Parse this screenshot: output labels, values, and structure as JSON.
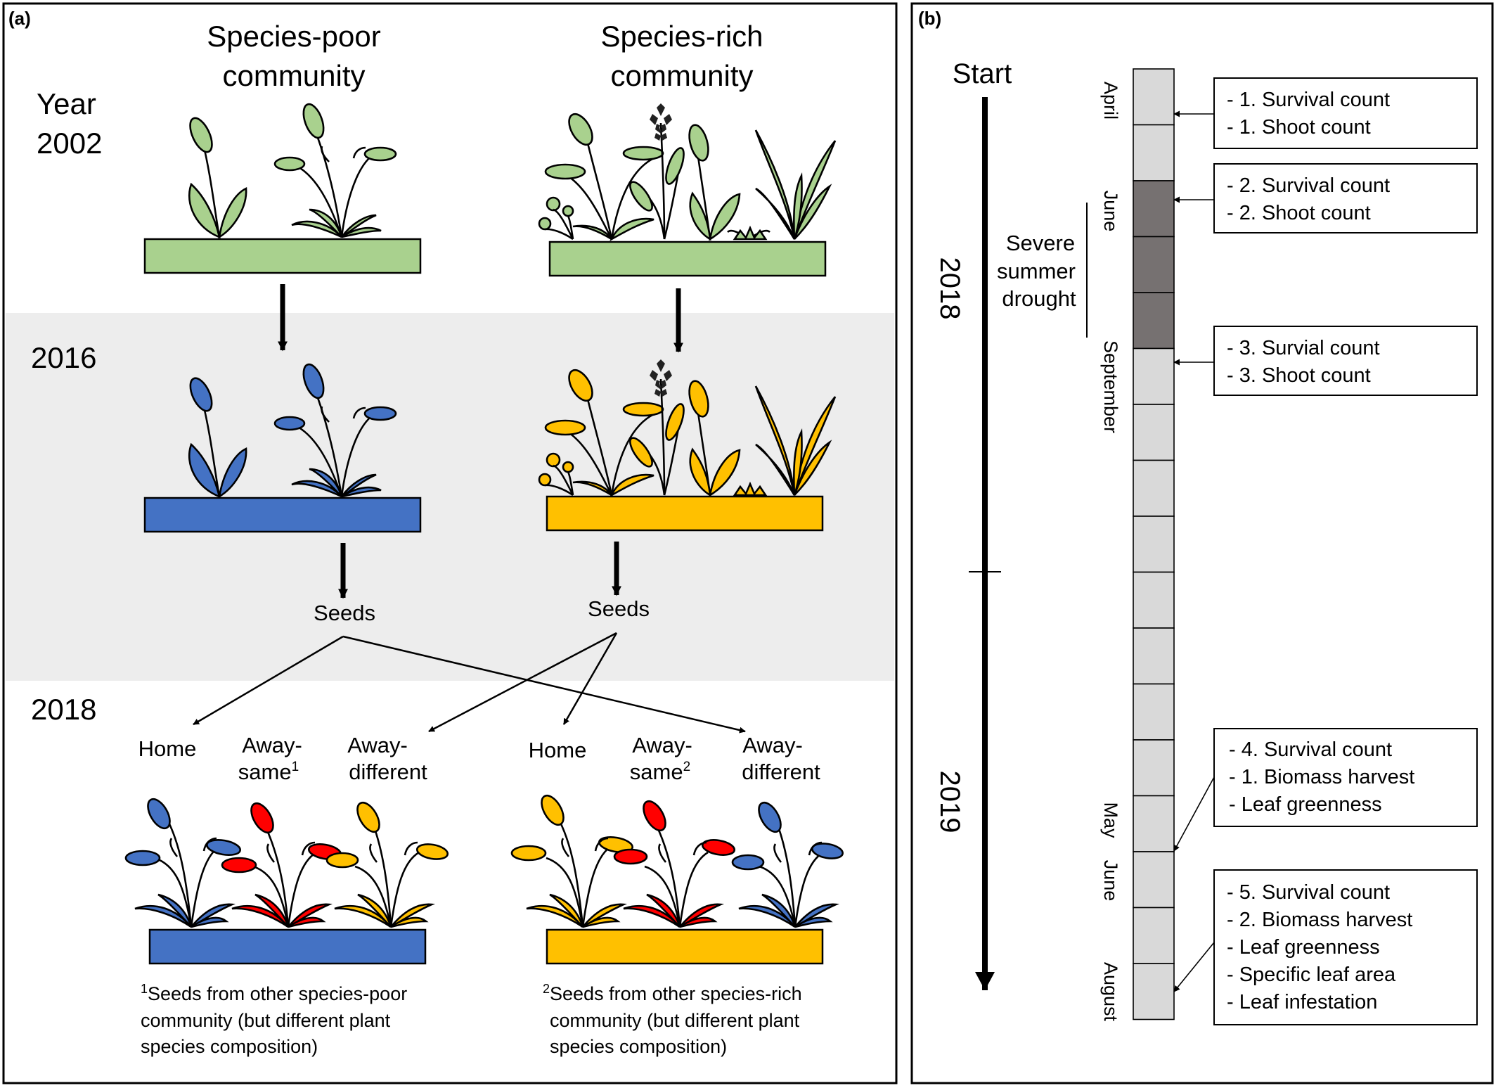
{
  "panel_a": {
    "label": "(a)",
    "col1_title": [
      "Species-poor",
      "community"
    ],
    "col2_title": [
      "Species-rich",
      "community"
    ],
    "year_label": [
      "Year",
      "2002"
    ],
    "year_2016": "2016",
    "year_2018": "2018",
    "seeds_label": "Seeds",
    "categories": [
      "Home",
      "Away-",
      "same",
      "Away-",
      "different"
    ],
    "footnote_marks": [
      "1",
      "2"
    ],
    "footnote_1": [
      "Seeds from other species-poor",
      "community (but different plant",
      "species composition)"
    ],
    "footnote_2": [
      "Seeds from other species-rich",
      "community (but different plant",
      "species composition)"
    ],
    "colors": {
      "green": "#a9d18e",
      "blue": "#4472c4",
      "yellow": "#ffc000",
      "red": "#ff0000",
      "band": "#ededed"
    }
  },
  "panel_b": {
    "label": "(b)",
    "start_label": "Start",
    "year_2018": "2018",
    "year_2019": "2019",
    "months": [
      "April",
      "June",
      "September",
      "May",
      "June",
      "August"
    ],
    "drought_label": [
      "Severe",
      "summer",
      "drought"
    ],
    "box1": [
      "-   1. Survival count",
      "-   1. Shoot count"
    ],
    "box2": [
      "-   2. Survival count",
      "-   2. Shoot count"
    ],
    "box3": [
      "-   3. Survial count",
      "-   3. Shoot count"
    ],
    "box4": [
      "- 4. Survival count",
      "- 1. Biomass harvest",
      "- Leaf greenness"
    ],
    "box5": [
      "-   5. Survival count",
      "-   2. Biomass harvest",
      "-   Leaf greenness",
      "-   Specific leaf area",
      "-   Leaf infestation"
    ],
    "colors": {
      "cell_light": "#d9d9d9",
      "cell_dark": "#767171"
    }
  }
}
